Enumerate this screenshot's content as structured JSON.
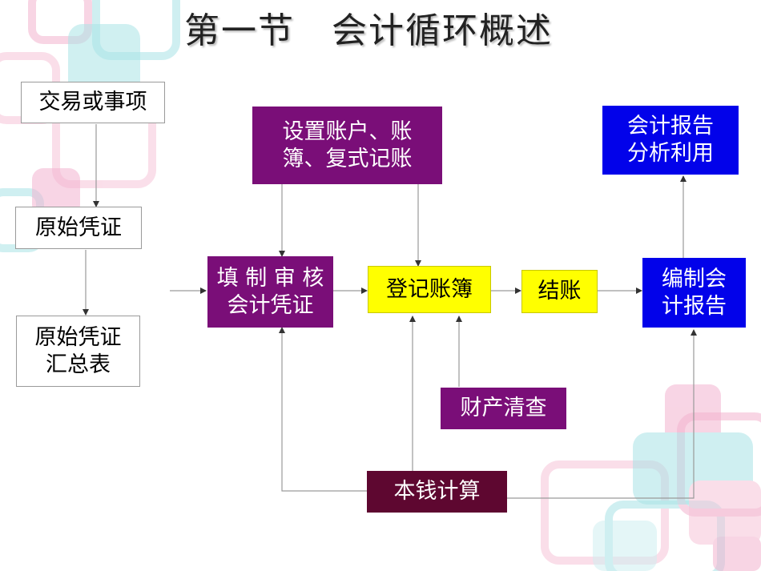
{
  "title": "第一节　会计循环概述",
  "nodes": {
    "transaction": "交易或事项",
    "original_voucher": "原始凭证",
    "voucher_summary_line1": "原始凭证",
    "voucher_summary_line2": "汇总表",
    "setup_accounts_line1": "设置账户、账",
    "setup_accounts_line2": "簿、复式记账",
    "fill_voucher_line1": "填 制 审 核",
    "fill_voucher_line2": "会计凭证",
    "register_ledger": "登记账簿",
    "closing": "结账",
    "prepare_report_line1": "编制会",
    "prepare_report_line2": "计报告",
    "report_analysis_line1": "会计报告",
    "report_analysis_line2": "分析利用",
    "property_check": "财产清查",
    "cost_calc": "本钱计算"
  },
  "colors": {
    "purple": "#7a0e78",
    "blue": "#0202ea",
    "yellow": "#ffff00",
    "dark_red": "#5e0730"
  }
}
